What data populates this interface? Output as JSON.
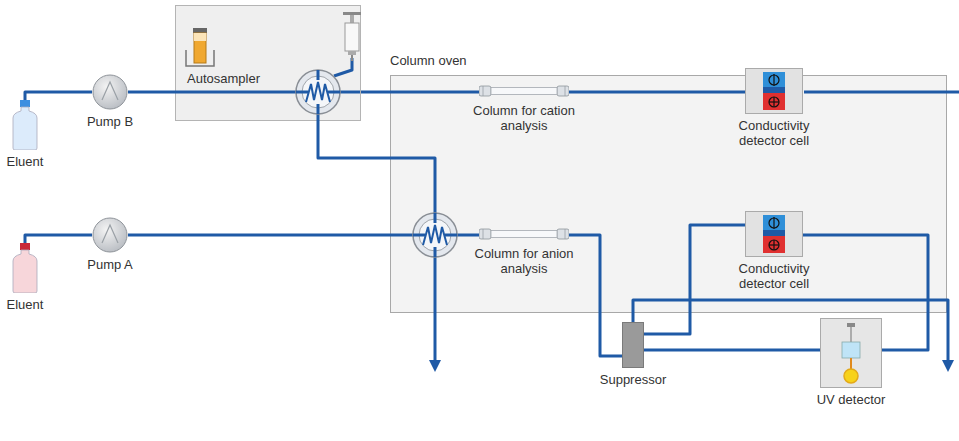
{
  "diagram": {
    "nodes": [
      {
        "text": [
          "Eluent"
        ]
      },
      {
        "text": [
          "Pump B"
        ]
      },
      {
        "text": [
          "Autosampler"
        ]
      },
      {
        "text": [
          "Column oven"
        ]
      },
      {
        "text": [
          "Column for cation analysis"
        ],
        "in": 3
      },
      {
        "text": [
          "Conductivity detector cell"
        ],
        "in": 3
      },
      {
        "text": [
          "Eluent"
        ]
      },
      {
        "text": [
          "Pump A"
        ]
      },
      {
        "text": [
          "Column for anion analysis"
        ],
        "in": 3
      },
      {
        "text": [
          "Conductivity detector cell"
        ],
        "in": 3
      },
      {
        "text": [
          "Suppressor"
        ]
      },
      {
        "text": [
          "UV detector"
        ]
      }
    ],
    "edges": [
      {
        "from": 0,
        "to": 1,
        "arrow": "none"
      },
      {
        "from": 1,
        "to": 2,
        "arrow": "none"
      },
      {
        "from": 2,
        "to": 4,
        "arrow": "none"
      },
      {
        "from": 4,
        "to": 5,
        "arrow": "none"
      },
      {
        "from": 6,
        "to": 7,
        "arrow": "none"
      },
      {
        "from": 7,
        "to": 8,
        "arrow": "none"
      },
      {
        "from": 8,
        "to": 10,
        "arrow": "none"
      },
      {
        "from": 10,
        "to": 9,
        "arrow": "none"
      },
      {
        "from": 9,
        "to": 11,
        "arrow": "none"
      },
      {
        "from": 11,
        "to": 10,
        "arrow": "none"
      }
    ]
  }
}
